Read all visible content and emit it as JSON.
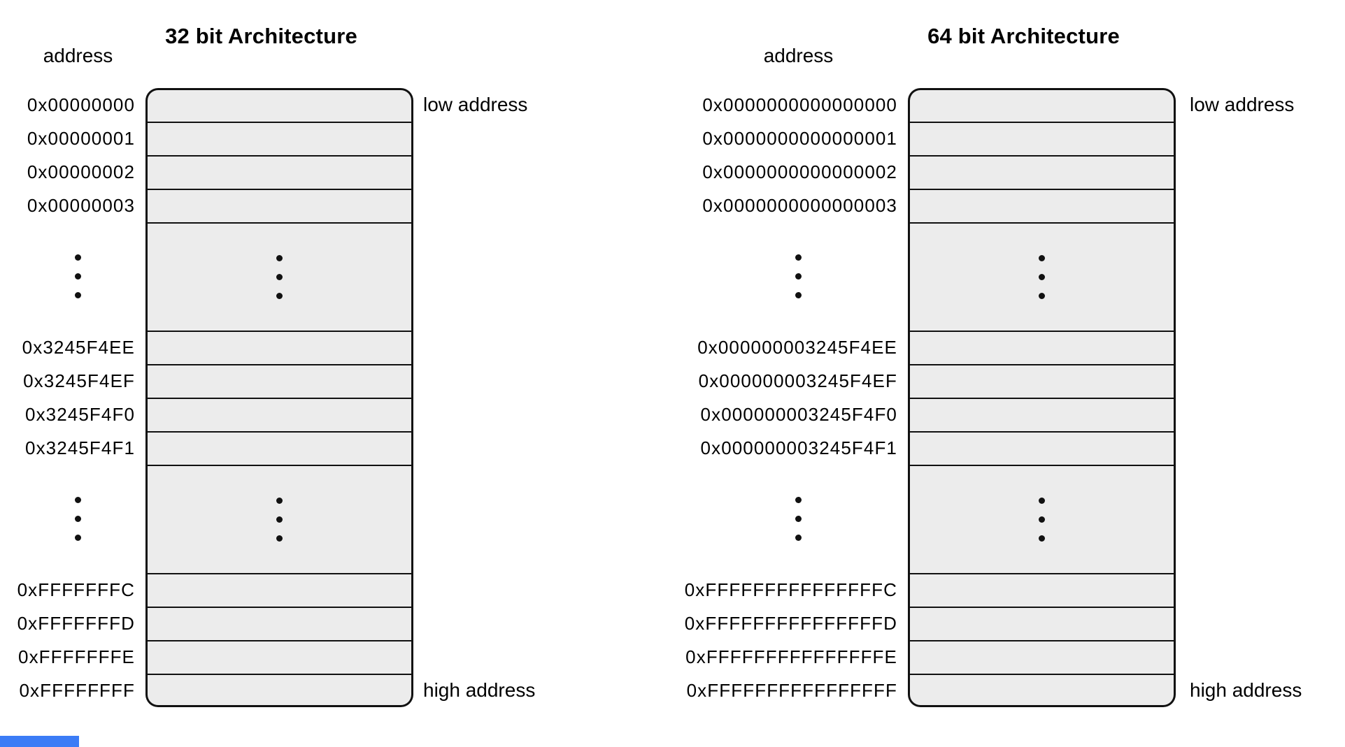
{
  "colors": {
    "background": "#ffffff",
    "cell_fill": "#ececec",
    "border": "#111111",
    "text": "#000000",
    "artifact_blue": "#3b7cf6"
  },
  "diagrams": [
    {
      "id": "32bit",
      "title": "32 bit Architecture",
      "address_label": "address",
      "low_label": "low address",
      "high_label": "high address",
      "rows": [
        {
          "type": "cell",
          "address": "0x00000000"
        },
        {
          "type": "cell",
          "address": "0x00000001"
        },
        {
          "type": "cell",
          "address": "0x00000002"
        },
        {
          "type": "cell",
          "address": "0x00000003"
        },
        {
          "type": "ellipsis"
        },
        {
          "type": "cell",
          "address": "0x3245F4EE"
        },
        {
          "type": "cell",
          "address": "0x3245F4EF"
        },
        {
          "type": "cell",
          "address": "0x3245F4F0"
        },
        {
          "type": "cell",
          "address": "0x3245F4F1"
        },
        {
          "type": "ellipsis"
        },
        {
          "type": "cell",
          "address": "0xFFFFFFFC"
        },
        {
          "type": "cell",
          "address": "0xFFFFFFFD"
        },
        {
          "type": "cell",
          "address": "0xFFFFFFFE"
        },
        {
          "type": "cell",
          "address": "0xFFFFFFFF"
        }
      ]
    },
    {
      "id": "64bit",
      "title": "64 bit Architecture",
      "address_label": "address",
      "low_label": "low address",
      "high_label": "high address",
      "rows": [
        {
          "type": "cell",
          "address": "0x0000000000000000"
        },
        {
          "type": "cell",
          "address": "0x0000000000000001"
        },
        {
          "type": "cell",
          "address": "0x0000000000000002"
        },
        {
          "type": "cell",
          "address": "0x0000000000000003"
        },
        {
          "type": "ellipsis"
        },
        {
          "type": "cell",
          "address": "0x000000003245F4EE"
        },
        {
          "type": "cell",
          "address": "0x000000003245F4EF"
        },
        {
          "type": "cell",
          "address": "0x000000003245F4F0"
        },
        {
          "type": "cell",
          "address": "0x000000003245F4F1"
        },
        {
          "type": "ellipsis"
        },
        {
          "type": "cell",
          "address": "0xFFFFFFFFFFFFFFFC"
        },
        {
          "type": "cell",
          "address": "0xFFFFFFFFFFFFFFFD"
        },
        {
          "type": "cell",
          "address": "0xFFFFFFFFFFFFFFFE"
        },
        {
          "type": "cell",
          "address": "0xFFFFFFFFFFFFFFFF"
        }
      ]
    }
  ]
}
